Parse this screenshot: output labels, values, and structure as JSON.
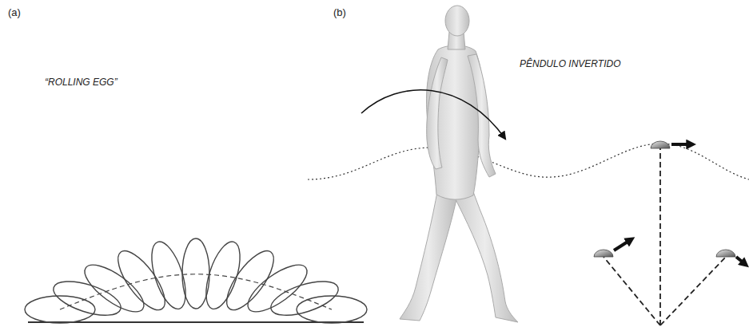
{
  "diagram": {
    "labels": [
      "(a)",
      "(b)",
      "“ROLLING EGG”",
      "PÊNDULO INVERTIDO"
    ]
  }
}
